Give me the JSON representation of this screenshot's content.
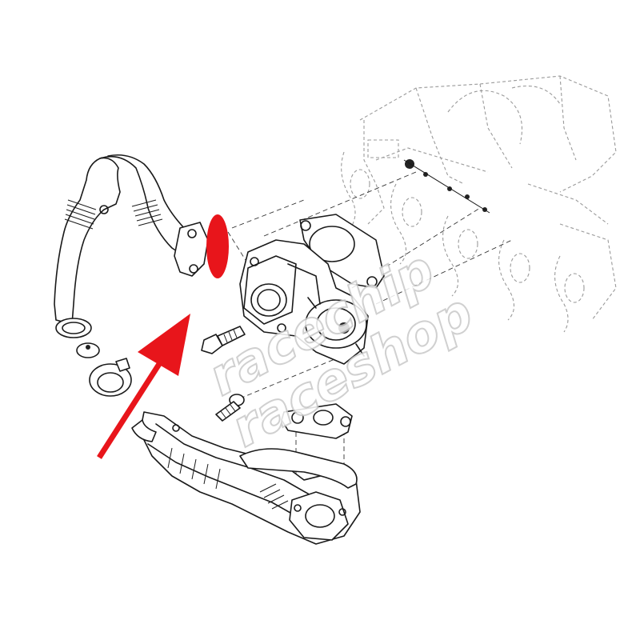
{
  "watermark": {
    "line1": "racechip",
    "line2": "raceshop"
  },
  "highlight": {
    "part": "gasket-seal",
    "color": "#e8151b"
  },
  "arrow": {
    "color": "#e8151b"
  },
  "line_color": "#1a1a1a"
}
